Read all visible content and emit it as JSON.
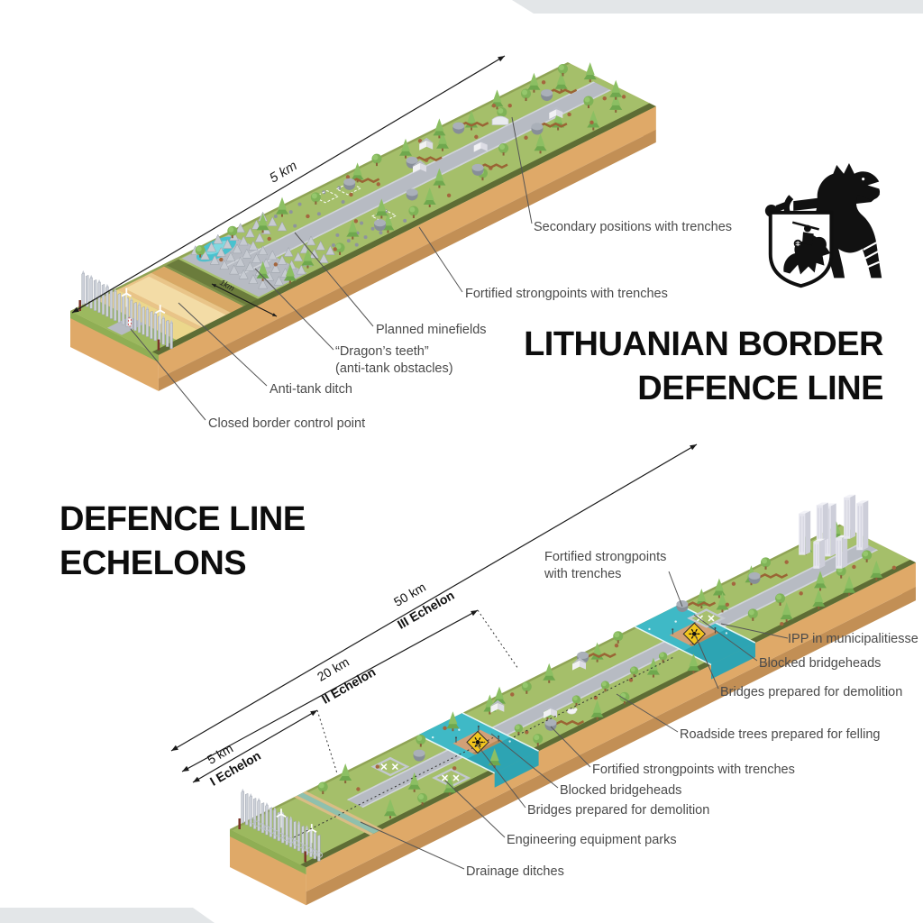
{
  "titles": {
    "main_line1": "LITHUANIAN BORDER",
    "main_line2": "DEFENCE LINE",
    "echelons_line1": "DEFENCE LINE",
    "echelons_line2": "ECHELONS"
  },
  "icons": {
    "emblem": "iron-wolf-with-sword-and-vytis-shield"
  },
  "top_diagram": {
    "dimension": "5 km",
    "inner_dimension": "1km",
    "labels": {
      "secondary": "Secondary positions with trenches",
      "fortified": "Fortified strongpoints with trenches",
      "minefields": "Planned minefields",
      "dragons_teeth": "“Dragon’s teeth”\n(anti-tank obstacles)",
      "anti_tank_ditch": "Anti-tank ditch",
      "control_point": "Closed border control point"
    }
  },
  "bottom_diagram": {
    "echelons": [
      {
        "distance": "5 km",
        "name": "I Echelon"
      },
      {
        "distance": "20 km",
        "name": "II Echelon"
      },
      {
        "distance": "50 km",
        "name": "III Echelon"
      }
    ],
    "labels": {
      "fortified_top": "Fortified strongpoints\nwith trenches",
      "ipp": "IPP in municipalitiesse",
      "blocked_1": "Blocked bridgeheads",
      "bridges_1": "Bridges prepared for demolition",
      "roadside": "Roadside trees prepared for felling",
      "fortified_2": "Fortified strongpoints with trenches",
      "blocked_2": "Blocked bridgeheads",
      "bridges_2": "Bridges prepared for demolition",
      "engineering": "Engineering equipment parks",
      "drainage": "Drainage ditches"
    }
  },
  "colors": {
    "background": "#ffffff",
    "corner_band": "#e3e6e8",
    "grass": "#a5bf6a",
    "grass_apron": "#9cb95f",
    "grass_rim_far": "#8fa355",
    "rim_dark": "#5e6d35",
    "olive_band": "#6b7c3c",
    "sand_ditch": "#e9c488",
    "sand_light": "#f3dca6",
    "slope_tan": "#d9a865",
    "yellow_strip": "#ecd78c",
    "soil_light": "#dfa968",
    "soil_dark": "#c28f55",
    "road": "#b7bbc3",
    "road_edge": "#d0d4da",
    "water": "#3fb9c6",
    "water_dark": "#2da4b3",
    "tree_dark": "#6fa84e",
    "tree_light": "#8cbf63",
    "trunk": "#8a6239",
    "bush_dot": "#a4663e",
    "trench": "#9a6434",
    "concrete": "#c7cbd2",
    "concrete_dark": "#9aa0a8",
    "fence": "#cdd1d9",
    "bridge": "#d2a077",
    "bridge_dark": "#b98a58",
    "warning": "#f2c51d",
    "building": "#e6e6ee",
    "building_side": "#cdced9",
    "building_top": "#f2f2f7",
    "post_red": "#7b3428",
    "ink": "#1a1a1a",
    "label": "#4a4a4a",
    "leader": "#555555"
  }
}
